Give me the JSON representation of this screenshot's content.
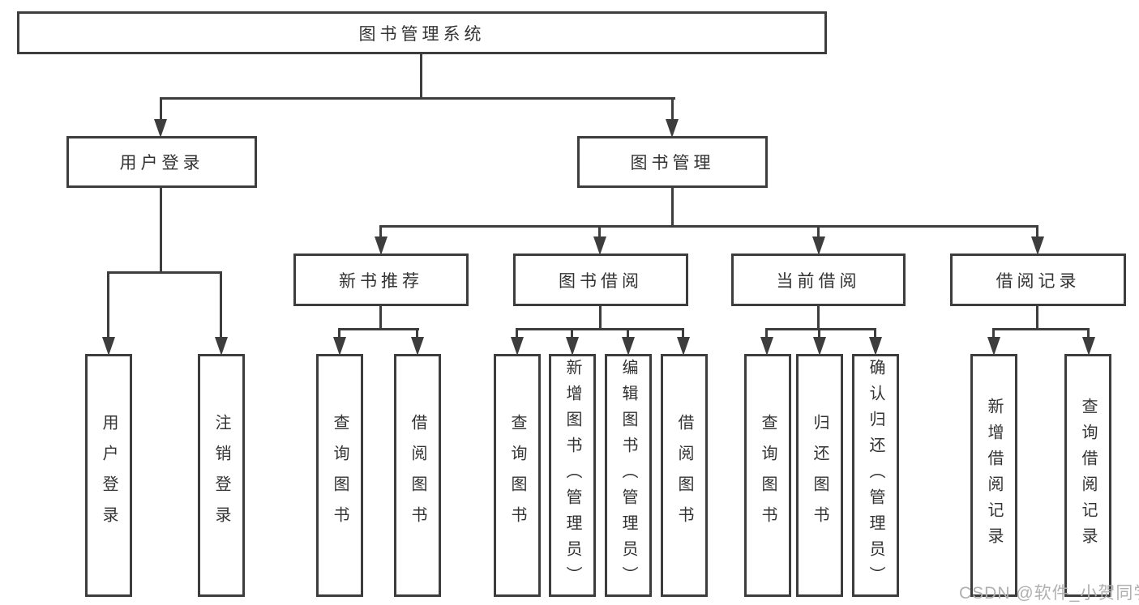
{
  "diagram": {
    "root": {
      "label": "图书管理系统"
    },
    "level2": [
      {
        "label": "用户登录"
      },
      {
        "label": "图书管理"
      }
    ],
    "level3": [
      {
        "label": "新书推荐"
      },
      {
        "label": "图书借阅"
      },
      {
        "label": "当前借阅"
      },
      {
        "label": "借阅记录"
      }
    ],
    "leaves": {
      "user_login": [
        "用户登录",
        "注销登录"
      ],
      "new_book_recommend": [
        "查询图书",
        "借阅图书"
      ],
      "book_borrow": [
        "查询图书",
        "新增图书（管理员）",
        "编辑图书（管理员）",
        "借阅图书"
      ],
      "current_borrow": [
        "查询图书",
        "归还图书",
        "确认归还（管理员）"
      ],
      "borrow_records": [
        "新增借阅记录",
        "查询借阅记录"
      ]
    }
  },
  "watermark": {
    "text": "CSDN @软件_小贺同学"
  },
  "colors": {
    "line": "#3d3d3d",
    "text": "#333333",
    "watermark": "#b0b0b0",
    "background": "#ffffff"
  }
}
